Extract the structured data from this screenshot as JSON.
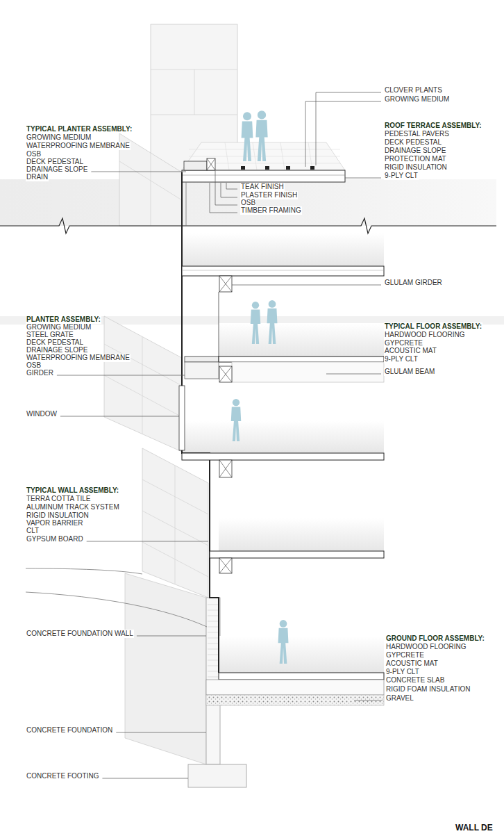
{
  "diagram": {
    "labels": [
      "CLOVER PLANTS",
      "GROWING MEDIUM",
      "TYPICAL PLANTER ASSEMBLY:",
      "GROWING MEDIUM",
      "WATERPROOFING MEMBRANE",
      "OSB",
      "DECK PEDESTAL",
      "DRAINAGE SLOPE",
      "DRAIN",
      "ROOF TERRACE ASSEMBLY:",
      "PEDESTAL PAVERS",
      "DECK PEDESTAL",
      "DRAINAGE SLOPE",
      "PROTECTION MAT",
      "RIGID INSULATION",
      "9-PLY CLT",
      "TEAK FINISH",
      "PLASTER FINISH",
      "OSB",
      "TIMBER FRAMING",
      "GLULAM GIRDER",
      "PLANTER ASSEMBLY:",
      "GROWING MEDIUM",
      "STEEL GRATE",
      "DECK PEDESTAL",
      "DRAINAGE SLOPE",
      "WATERPROOFING MEMBRANE",
      "OSB",
      "GIRDER",
      "TYPICAL FLOOR ASSEMBLY:",
      "HARDWOOD FLOORING",
      "GYPCRETE",
      "ACOUSTIC MAT",
      "9-PLY CLT",
      "GLULAM BEAM",
      "WINDOW",
      "TYPICAL WALL ASSEMBLY:",
      "TERRA COTTA TILE",
      "ALUMINUM TRACK SYSTEM",
      "RIGID INSULATION",
      "VAPOR BARRIER",
      "CLT",
      "GYPSUM BOARD",
      "CONCRETE FOUNDATION WALL",
      "GROUND FLOOR ASSEMBLY:",
      "HARDWOOD FLOORING",
      "GYPCRETE",
      "ACOUSTIC MAT",
      "9-PLY CLT",
      "CONCRETE SLAB",
      "RIGID FOAM INSULATION",
      "GRAVEL",
      "CONCRETE FOUNDATION",
      "CONCRETE FOOTING",
      "WALL DE"
    ]
  }
}
